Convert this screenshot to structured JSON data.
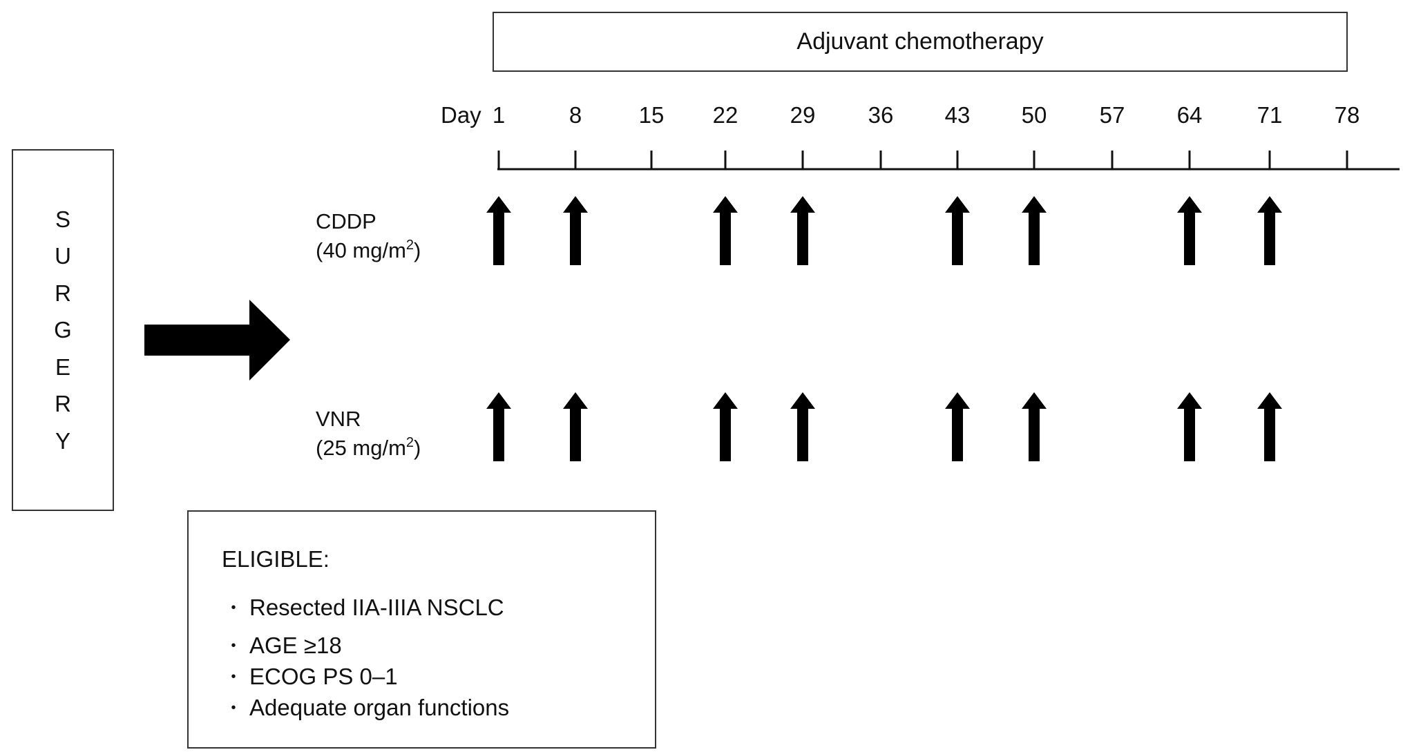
{
  "chemotherapy_header": "Adjuvant chemotherapy",
  "surgery_letters": [
    "S",
    "U",
    "R",
    "G",
    "E",
    "R",
    "Y"
  ],
  "day_prefix": "Day",
  "days": [
    "1",
    "8",
    "15",
    "22",
    "29",
    "36",
    "43",
    "50",
    "57",
    "64",
    "71",
    "78"
  ],
  "arms": [
    {
      "name": "CDDP",
      "dose_prefix": "(40 mg/m",
      "dose_exponent": "2",
      "dose_suffix": ")",
      "dose_days": [
        "1",
        "8",
        "22",
        "29",
        "43",
        "50",
        "64",
        "71"
      ]
    },
    {
      "name": "VNR",
      "dose_prefix": "(25 mg/m",
      "dose_exponent": "2",
      "dose_suffix": ")",
      "dose_days": [
        "1",
        "8",
        "22",
        "29",
        "43",
        "50",
        "64",
        "71"
      ]
    }
  ],
  "eligibility": {
    "title": "ELIGIBLE:",
    "bullet": "•",
    "criteria": [
      "Resected IIA-IIIA NSCLC",
      "AGE ≥18",
      "ECOG PS 0–1",
      "Adequate organ functions"
    ]
  },
  "colors": {
    "arrow": "#000000",
    "border": "#333333",
    "text": "#111111"
  }
}
